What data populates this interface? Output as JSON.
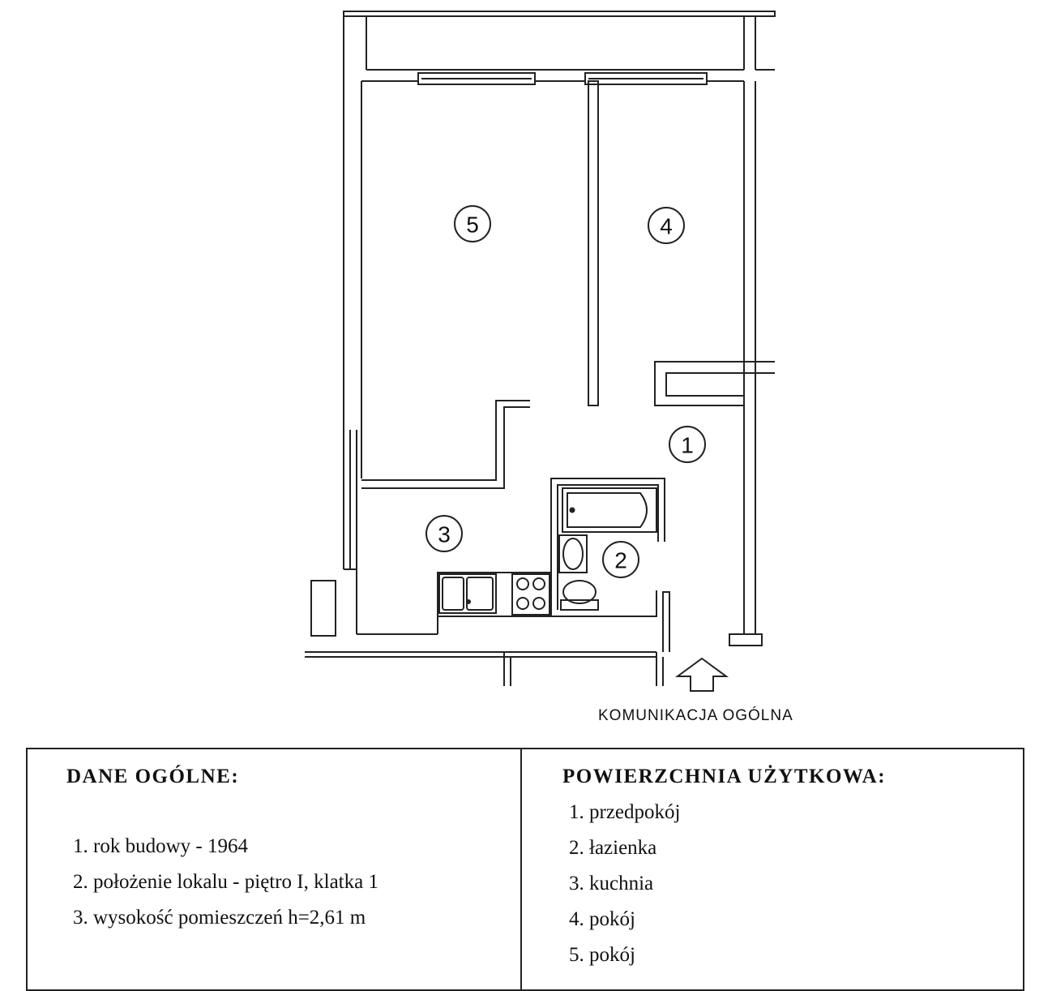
{
  "floor_plan": {
    "room_numbers": [
      "1",
      "2",
      "3",
      "4",
      "5"
    ],
    "access_label": "KOMUNIKACJA OGÓLNA",
    "access_icon": "up-arrow-icon"
  },
  "general": {
    "heading": "DANE OGÓLNE:",
    "items": [
      "1. rok budowy - 1964",
      "2. położenie lokalu - piętro I, klatka 1",
      "3. wysokość pomieszczeń  h=2,61 m"
    ]
  },
  "usable_area": {
    "heading": "POWIERZCHNIA UŻYTKOWA:",
    "items": [
      "1. przedpokój",
      "2.  łazienka",
      "3.  kuchnia",
      "4.  pokój",
      "5.  pokój"
    ]
  }
}
